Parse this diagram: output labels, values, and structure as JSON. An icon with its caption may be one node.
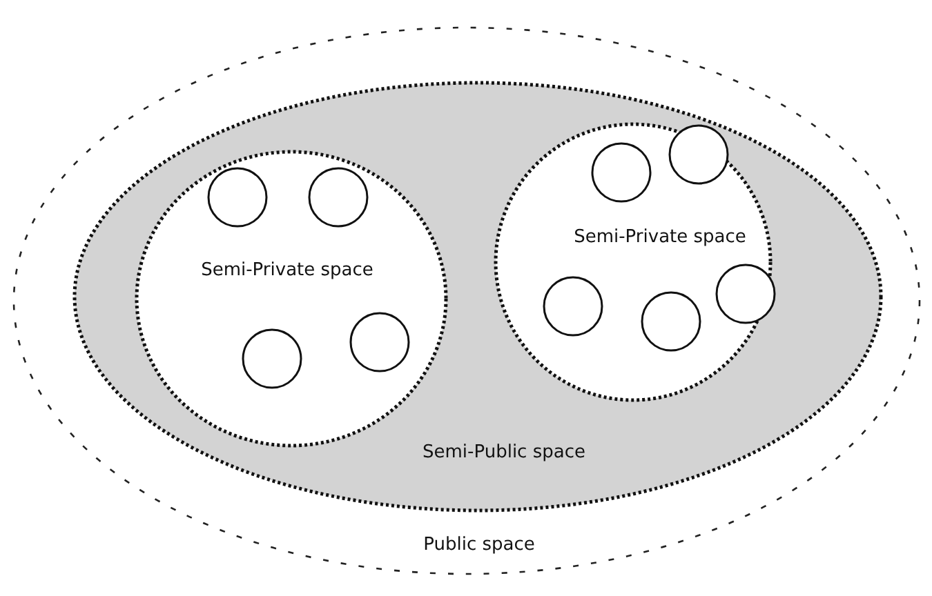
{
  "diagram": {
    "nodes": [
      {
        "text": [
          "Public space"
        ]
      },
      {
        "text": [
          "Semi-Public space"
        ],
        "in": 0
      },
      {
        "text": [
          "Semi-Private space"
        ],
        "in": 1
      },
      {
        "text": [
          "Semi-Private space"
        ],
        "in": 1
      },
      {
        "text": [],
        "shape": "circle",
        "in": 2
      },
      {
        "text": [],
        "shape": "circle",
        "in": 2
      },
      {
        "text": [],
        "shape": "circle",
        "in": 2
      },
      {
        "text": [],
        "shape": "circle",
        "in": 2
      },
      {
        "text": [],
        "shape": "circle",
        "in": 3
      },
      {
        "text": [],
        "shape": "circle",
        "in": 3
      },
      {
        "text": [],
        "shape": "circle",
        "in": 3
      },
      {
        "text": [],
        "shape": "circle",
        "in": 3
      },
      {
        "text": [],
        "shape": "circle",
        "in": 3
      }
    ]
  }
}
